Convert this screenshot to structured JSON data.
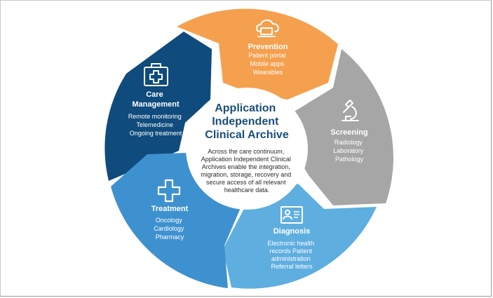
{
  "center": {
    "title_lines": [
      "Application",
      "Independent",
      "Clinical Archive"
    ],
    "body_lines": [
      "Across the care continuum,",
      "Application Independent Clinical",
      "Archives enable the integration,",
      "migration, storage, recovery and",
      "secure access of all relevant",
      "healthcare data."
    ]
  },
  "segments": {
    "prevention": {
      "title_lines": [
        "Prevention"
      ],
      "items": [
        "Patient portal",
        "Mobile apps",
        "Wearables"
      ],
      "color": "#f5a04e",
      "icon": "cloud-laptop-icon"
    },
    "screening": {
      "title_lines": [
        "Screening"
      ],
      "items": [
        "Radiology",
        "Laboratory",
        "Pathology"
      ],
      "color": "#a6a6a6",
      "icon": "microscope-icon"
    },
    "diagnosis": {
      "title_lines": [
        "Diagnosis"
      ],
      "items": [
        "Electronic health",
        "records Patient",
        "administration",
        "Referral letters"
      ],
      "color": "#5faee0",
      "icon": "id-card-icon"
    },
    "treatment": {
      "title_lines": [
        "Treatment"
      ],
      "items": [
        "Oncology",
        "Cardiology",
        "Pharmacy"
      ],
      "color": "#3e91cf",
      "icon": "plus-cross-icon"
    },
    "care_management": {
      "title_lines": [
        "Care",
        "Management"
      ],
      "items": [
        "Remote monitoring",
        "Telemedicine",
        "Ongoing treatment"
      ],
      "color": "#0f4b7c",
      "icon": "medical-kit-icon"
    }
  }
}
